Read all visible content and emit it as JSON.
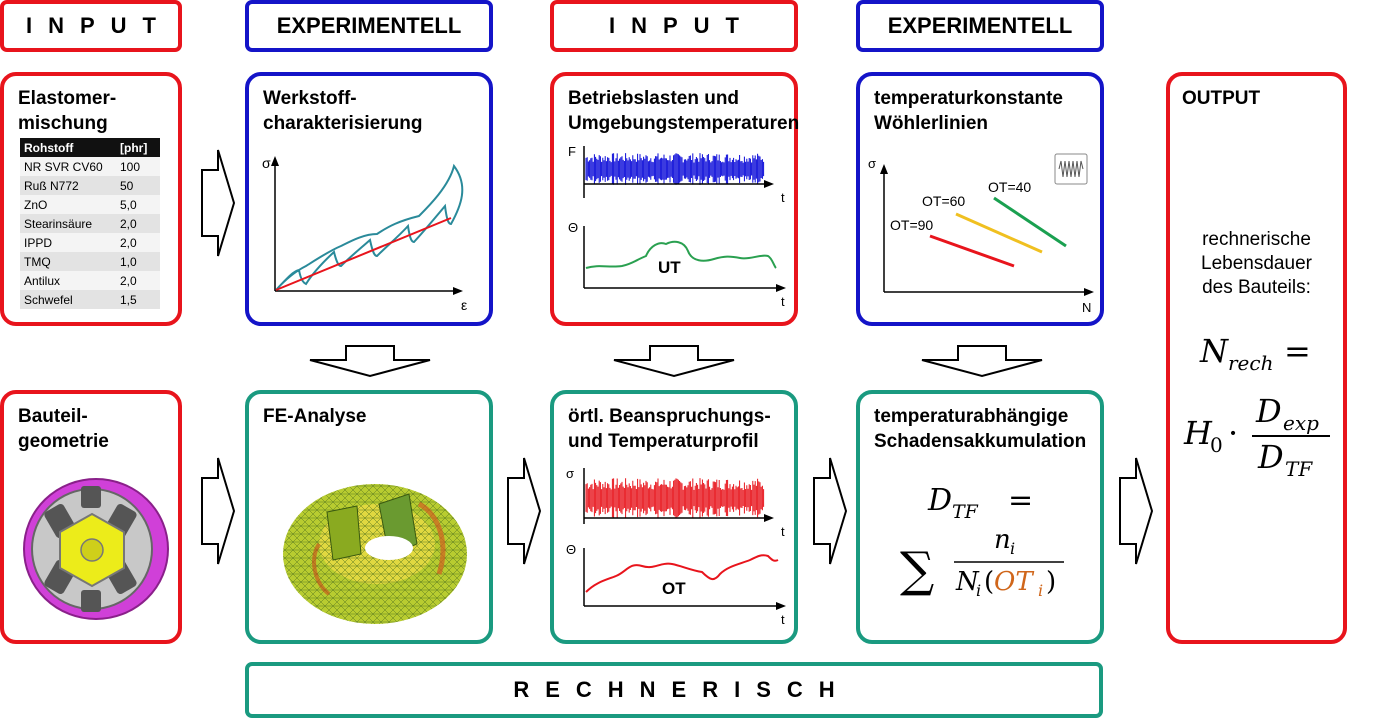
{
  "headers": {
    "input_1": "INPUT",
    "experimentell_1": "EXPERIMENTELL",
    "input_2": "INPUT",
    "experimentell_2": "EXPERIMENTELL",
    "rechnerisch": "RECHNERISCH"
  },
  "boxes": {
    "elastomer": {
      "title": "Elastomer-\nmischung",
      "table_headers": [
        "Rohstoff",
        "[phr]"
      ],
      "table_rows": [
        [
          "NR SVR CV60",
          "100"
        ],
        [
          "Ruß N772",
          "50"
        ],
        [
          "ZnO",
          "5,0"
        ],
        [
          "Stearinsäure",
          "2,0"
        ],
        [
          "IPPD",
          "2,0"
        ],
        [
          "TMQ",
          "1,0"
        ],
        [
          "Antilux",
          "2,0"
        ],
        [
          "Schwefel",
          "1,5"
        ]
      ]
    },
    "werkstoff": {
      "title": "Werkstoff-\ncharakterisierung",
      "y_label": "σ",
      "x_label": "ε"
    },
    "betriebslasten": {
      "title": "Betriebslasten und\nUmgebungstemperaturen",
      "load_y": "F",
      "load_x": "t",
      "temp_y": "Θ",
      "temp_x": "t",
      "temp_tag": "UT"
    },
    "woehler": {
      "title": "temperaturkonstante\nWöhlerlinien",
      "y_label": "σ",
      "x_label": "N",
      "lines": [
        {
          "label": "OT=90",
          "color": "#e8141c"
        },
        {
          "label": "OT=60",
          "color": "#f0c020"
        },
        {
          "label": "OT=40",
          "color": "#1aa050"
        }
      ]
    },
    "output": {
      "title": "OUTPUT",
      "text": "rechnerische\nLebensdauer\ndes Bauteils:",
      "formula_lhs": "N",
      "formula_lhs_sub": "rech",
      "formula_eq": "=",
      "formula_h": "H",
      "formula_h_sub": "0",
      "formula_dot": "·",
      "formula_num": "D",
      "formula_num_sub": "exp",
      "formula_den": "D",
      "formula_den_sub": "TF"
    },
    "bauteil": {
      "title": "Bauteil-\ngeometrie"
    },
    "fe": {
      "title": "FE-Analyse"
    },
    "oertl": {
      "title": "örtl. Beanspruchungs-\nund Temperaturprofil",
      "load_y": "σ",
      "load_x": "t",
      "temp_y": "Θ",
      "temp_x": "t",
      "temp_tag": "OT"
    },
    "schaden": {
      "title": "temperaturabhängige\nSchadensakkumulation",
      "formula_lhs": "D",
      "formula_lhs_sub": "TF",
      "formula_eq": "=",
      "formula_sum": "∑",
      "formula_num": "n",
      "formula_num_sub": "i",
      "formula_den": "N",
      "formula_den_sub": "i",
      "formula_den_arg": "OT",
      "formula_den_arg_sub": "i",
      "accent_color": "#d0661a"
    }
  },
  "colors": {
    "input": "#e8141c",
    "experimentell": "#1414c8",
    "rechnerisch": "#1a9a80",
    "curve_teal": "#2a8a9a",
    "curve_red": "#e8141c",
    "load_blue": "#0a0ad8",
    "load_red": "#e8141c",
    "temp_green": "#2aa050",
    "temp_red": "#e8141c"
  }
}
